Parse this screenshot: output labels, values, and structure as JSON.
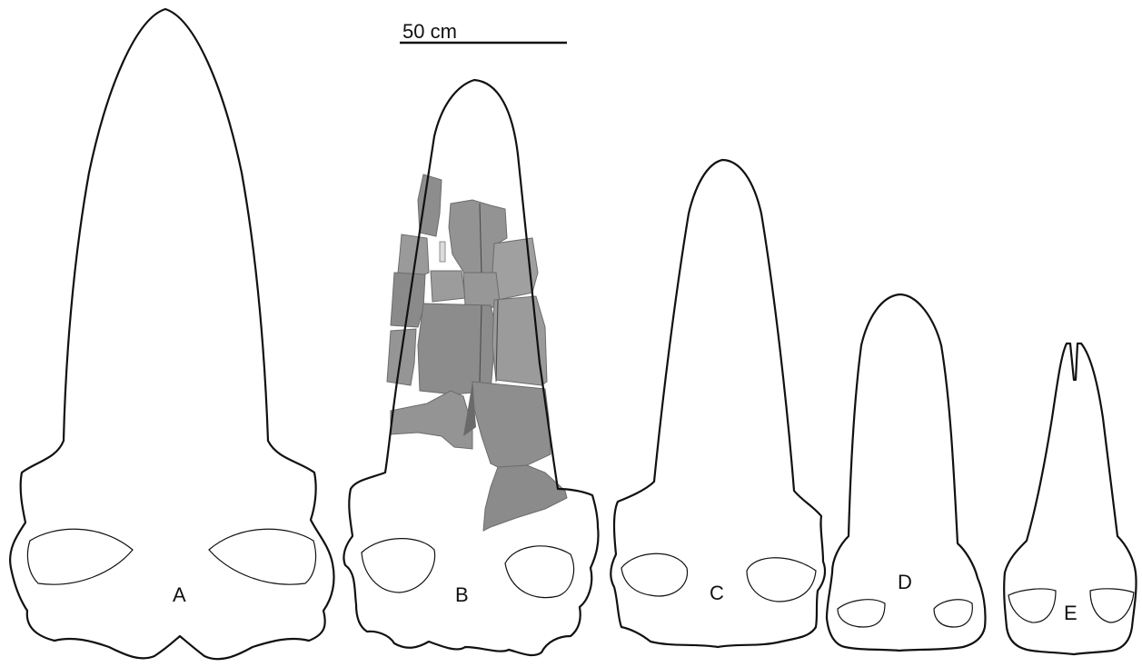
{
  "scale_bar": {
    "label": "50 cm"
  },
  "skulls": [
    {
      "id": "A",
      "label": "A"
    },
    {
      "id": "B",
      "label": "B"
    },
    {
      "id": "C",
      "label": "C"
    },
    {
      "id": "D",
      "label": "D"
    },
    {
      "id": "E",
      "label": "E"
    }
  ],
  "colors": {
    "outline": "#111111",
    "fossil": "#8f8f8f",
    "background": "#ffffff"
  }
}
